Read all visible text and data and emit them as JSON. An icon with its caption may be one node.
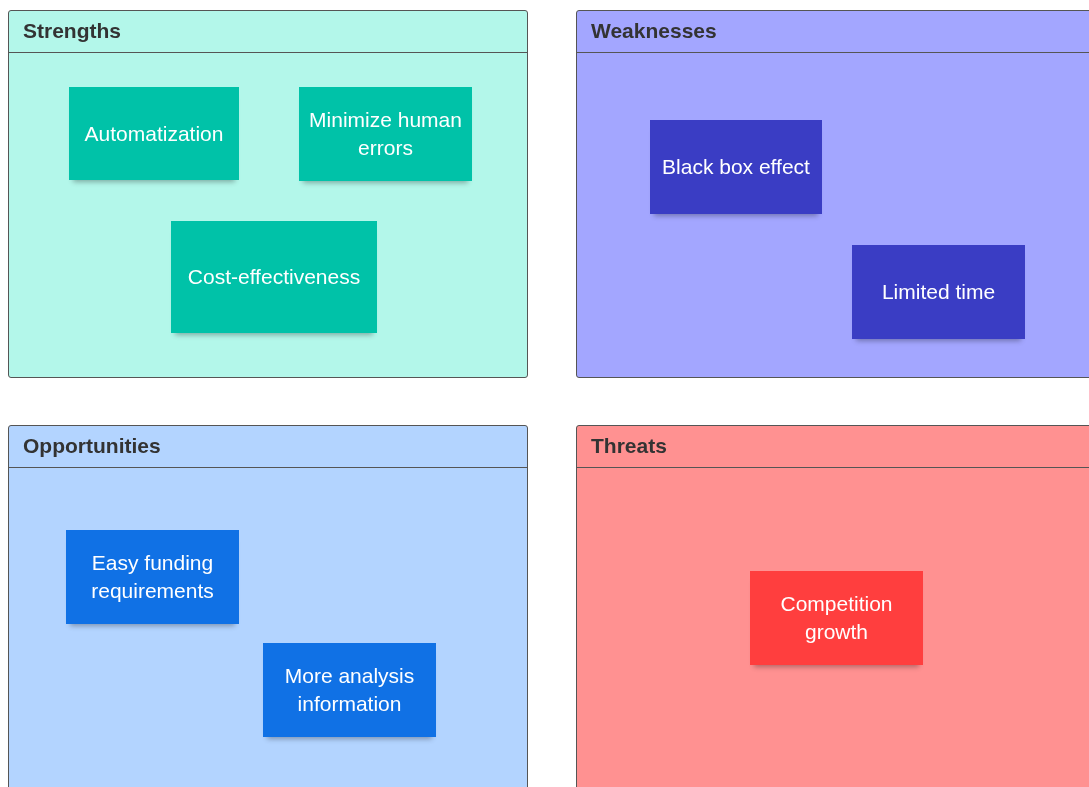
{
  "diagram": {
    "nodes": [
      {
        "text": [
          "Strengths"
        ]
      },
      {
        "text": [
          "Automatization"
        ],
        "in": 0
      },
      {
        "text": [
          "Minimize human errors"
        ],
        "in": 0
      },
      {
        "text": [
          "Cost-effectiveness"
        ],
        "in": 0
      },
      {
        "text": [
          "Weaknesses"
        ]
      },
      {
        "text": [
          "Black box effect"
        ],
        "in": 4
      },
      {
        "text": [
          "Limited time"
        ],
        "in": 4
      },
      {
        "text": [
          "Opportunities"
        ]
      },
      {
        "text": [
          "Easy funding requirements"
        ],
        "in": 7
      },
      {
        "text": [
          "More analysis information"
        ],
        "in": 7
      },
      {
        "text": [
          "Threats"
        ]
      },
      {
        "text": [
          "Competition growth"
        ],
        "in": 10
      }
    ]
  }
}
